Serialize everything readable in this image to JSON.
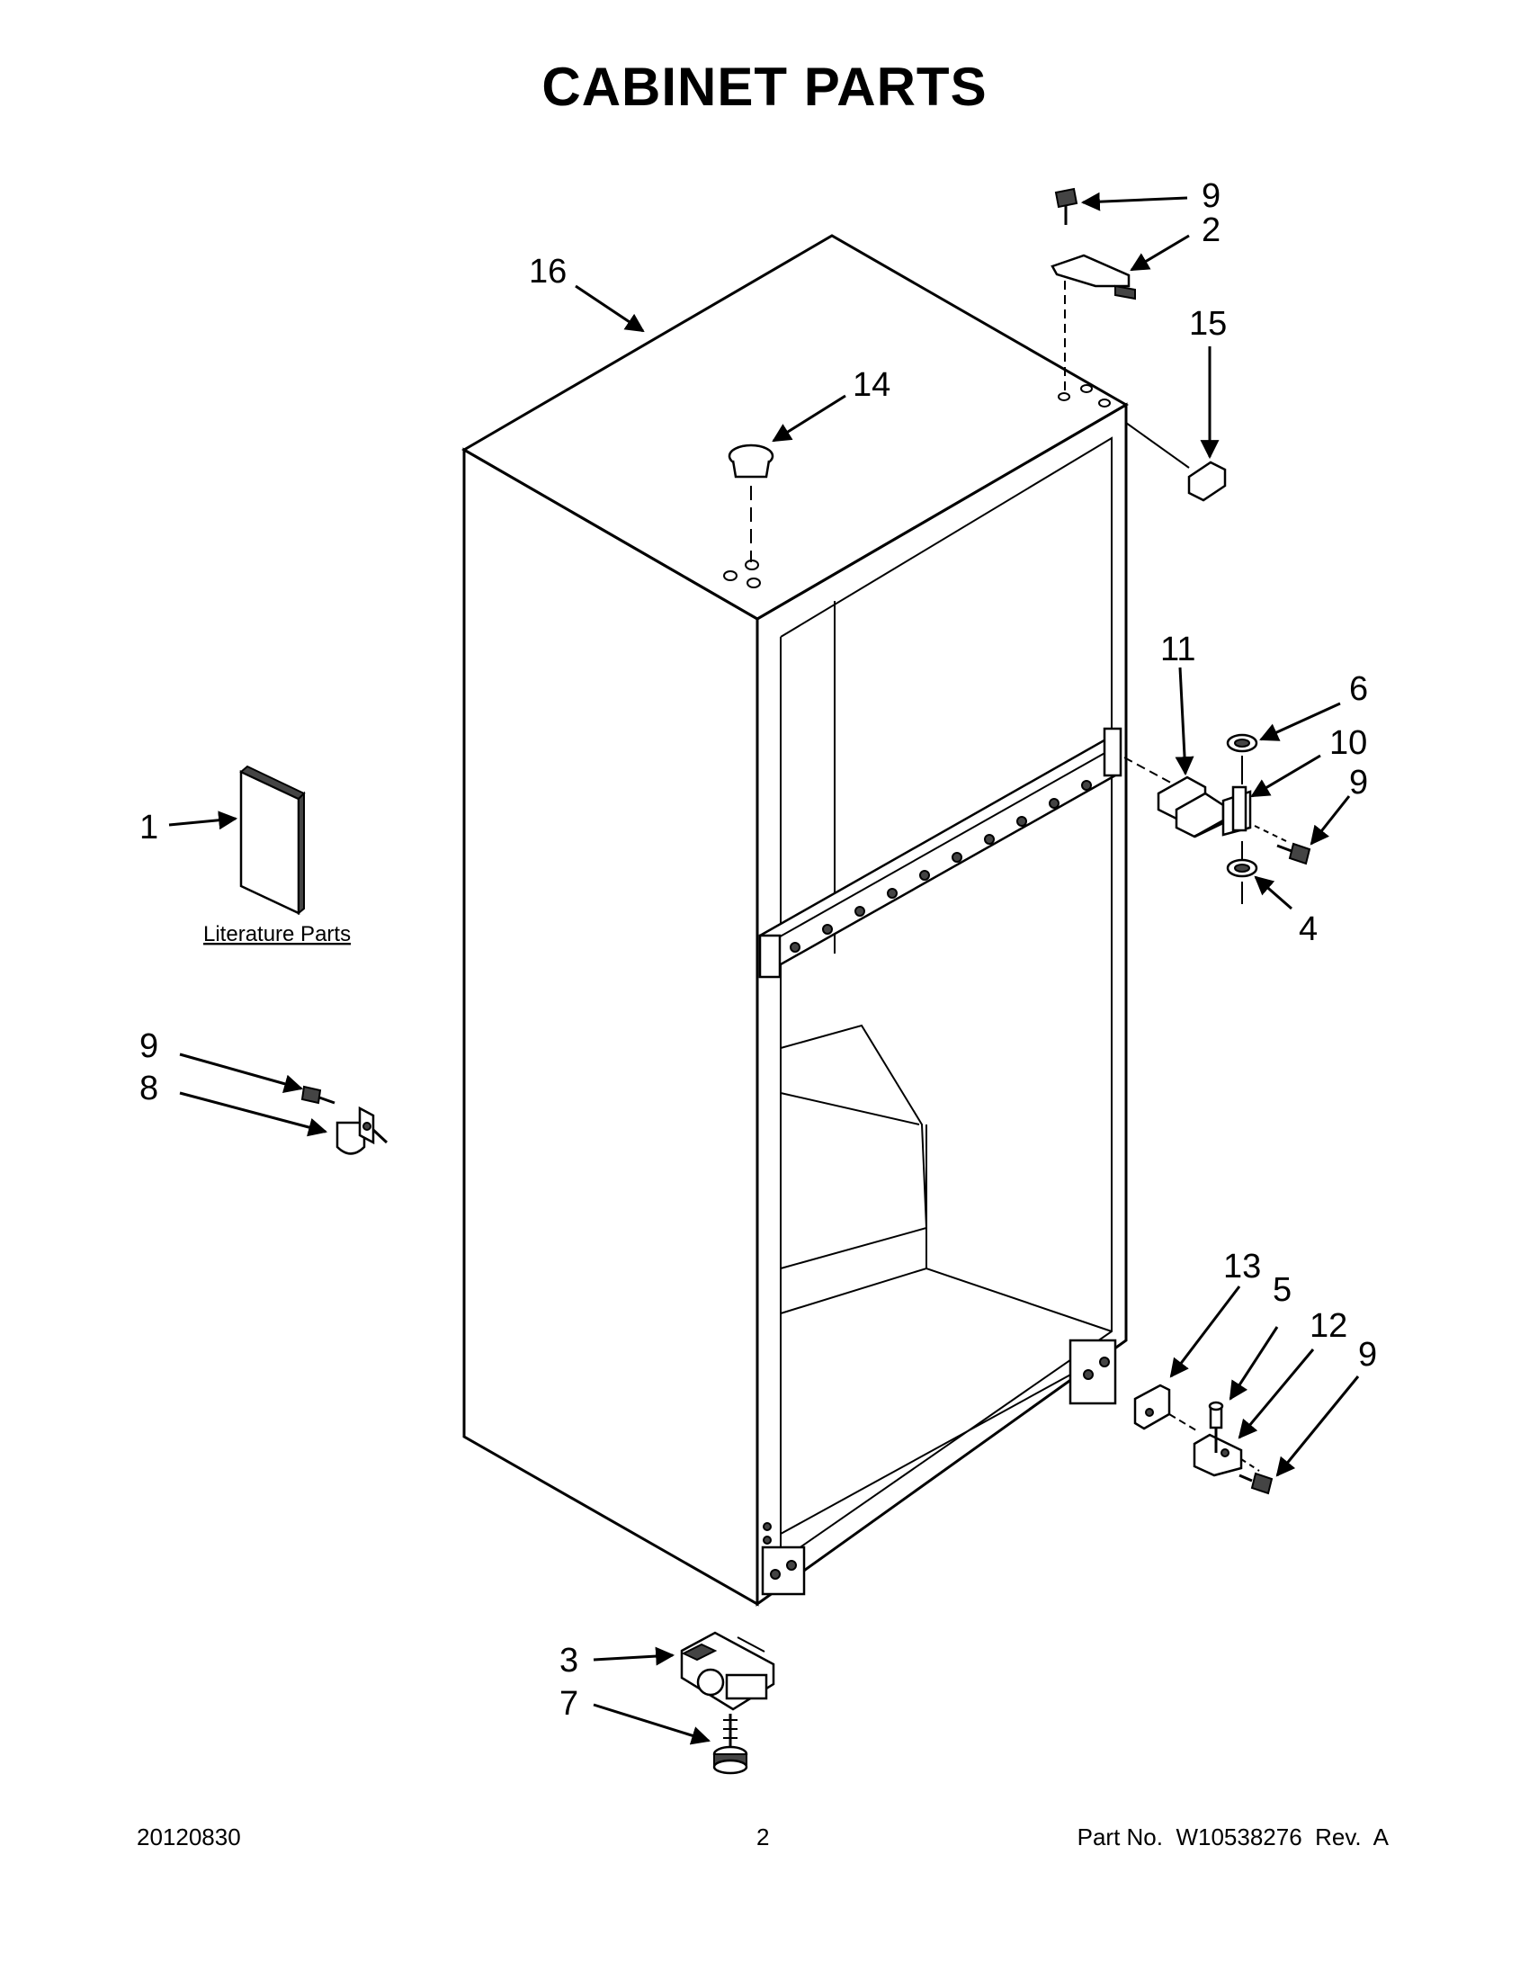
{
  "title": "CABINET PARTS",
  "callouts": {
    "c1": "1",
    "c2": "2",
    "c3": "3",
    "c4": "4",
    "c5": "5",
    "c6": "6",
    "c7": "7",
    "c8": "8",
    "c9a": "9",
    "c9b": "9",
    "c9c": "9",
    "c9d": "9",
    "c10": "10",
    "c11": "11",
    "c12": "12",
    "c13": "13",
    "c14": "14",
    "c15": "15",
    "c16": "16"
  },
  "literature_label": "Literature Parts",
  "footer": {
    "date": "20120830",
    "page": "2",
    "part_number": "Part No.  W10538276  Rev.  A"
  }
}
